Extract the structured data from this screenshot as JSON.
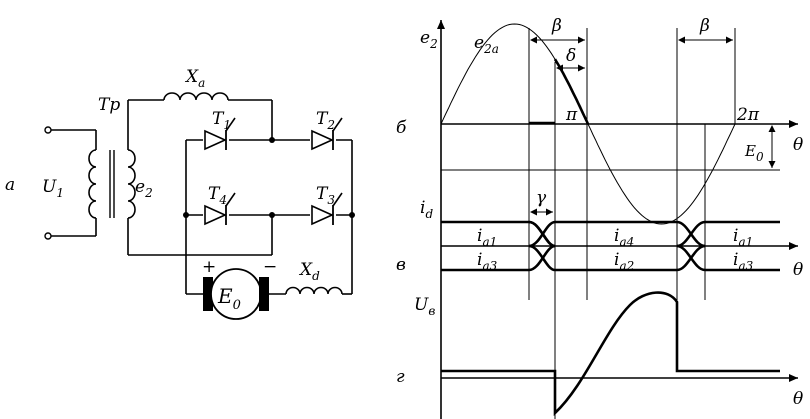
{
  "circuit": {
    "panel_label": "а",
    "source_voltage": {
      "symbol": "U",
      "sub": "1"
    },
    "transformer_label": "Тр",
    "secondary_emf": {
      "symbol": "e",
      "sub": "2"
    },
    "anode_reactance": {
      "symbol": "X",
      "sub": "a"
    },
    "thyristors": [
      {
        "symbol": "T",
        "sub": "1"
      },
      {
        "symbol": "T",
        "sub": "2"
      },
      {
        "symbol": "T",
        "sub": "3"
      },
      {
        "symbol": "T",
        "sub": "4"
      }
    ],
    "motor_emf": {
      "symbol": "E",
      "sub": "0"
    },
    "motor_plus": "+",
    "motor_minus": "−",
    "load_reactance": {
      "symbol": "X",
      "sub": "d"
    }
  },
  "waveforms": {
    "panel_b": {
      "label": "б",
      "y_axis": {
        "symbol": "e",
        "sub": "2"
      },
      "curve": {
        "symbol": "e",
        "sub": "2a"
      },
      "beta_left": "β",
      "delta": "δ",
      "pi": "π",
      "two_pi": "2π",
      "beta_right": "β",
      "e0": {
        "symbol": "E",
        "sub": "0"
      },
      "x_axis": "θ"
    },
    "panel_v": {
      "label": "в",
      "y_axis": {
        "symbol": "i",
        "sub": "d"
      },
      "gamma": "γ",
      "currents": [
        {
          "symbol": "i",
          "sub": "a1"
        },
        {
          "symbol": "i",
          "sub": "a3"
        },
        {
          "symbol": "i",
          "sub": "a4"
        },
        {
          "symbol": "i",
          "sub": "a2"
        },
        {
          "symbol": "i",
          "sub": "a1"
        },
        {
          "symbol": "i",
          "sub": "a3"
        }
      ],
      "x_axis": "θ"
    },
    "panel_g": {
      "label": "г",
      "y_axis": {
        "symbol": "U",
        "sub": "в"
      },
      "x_axis": "θ"
    }
  }
}
